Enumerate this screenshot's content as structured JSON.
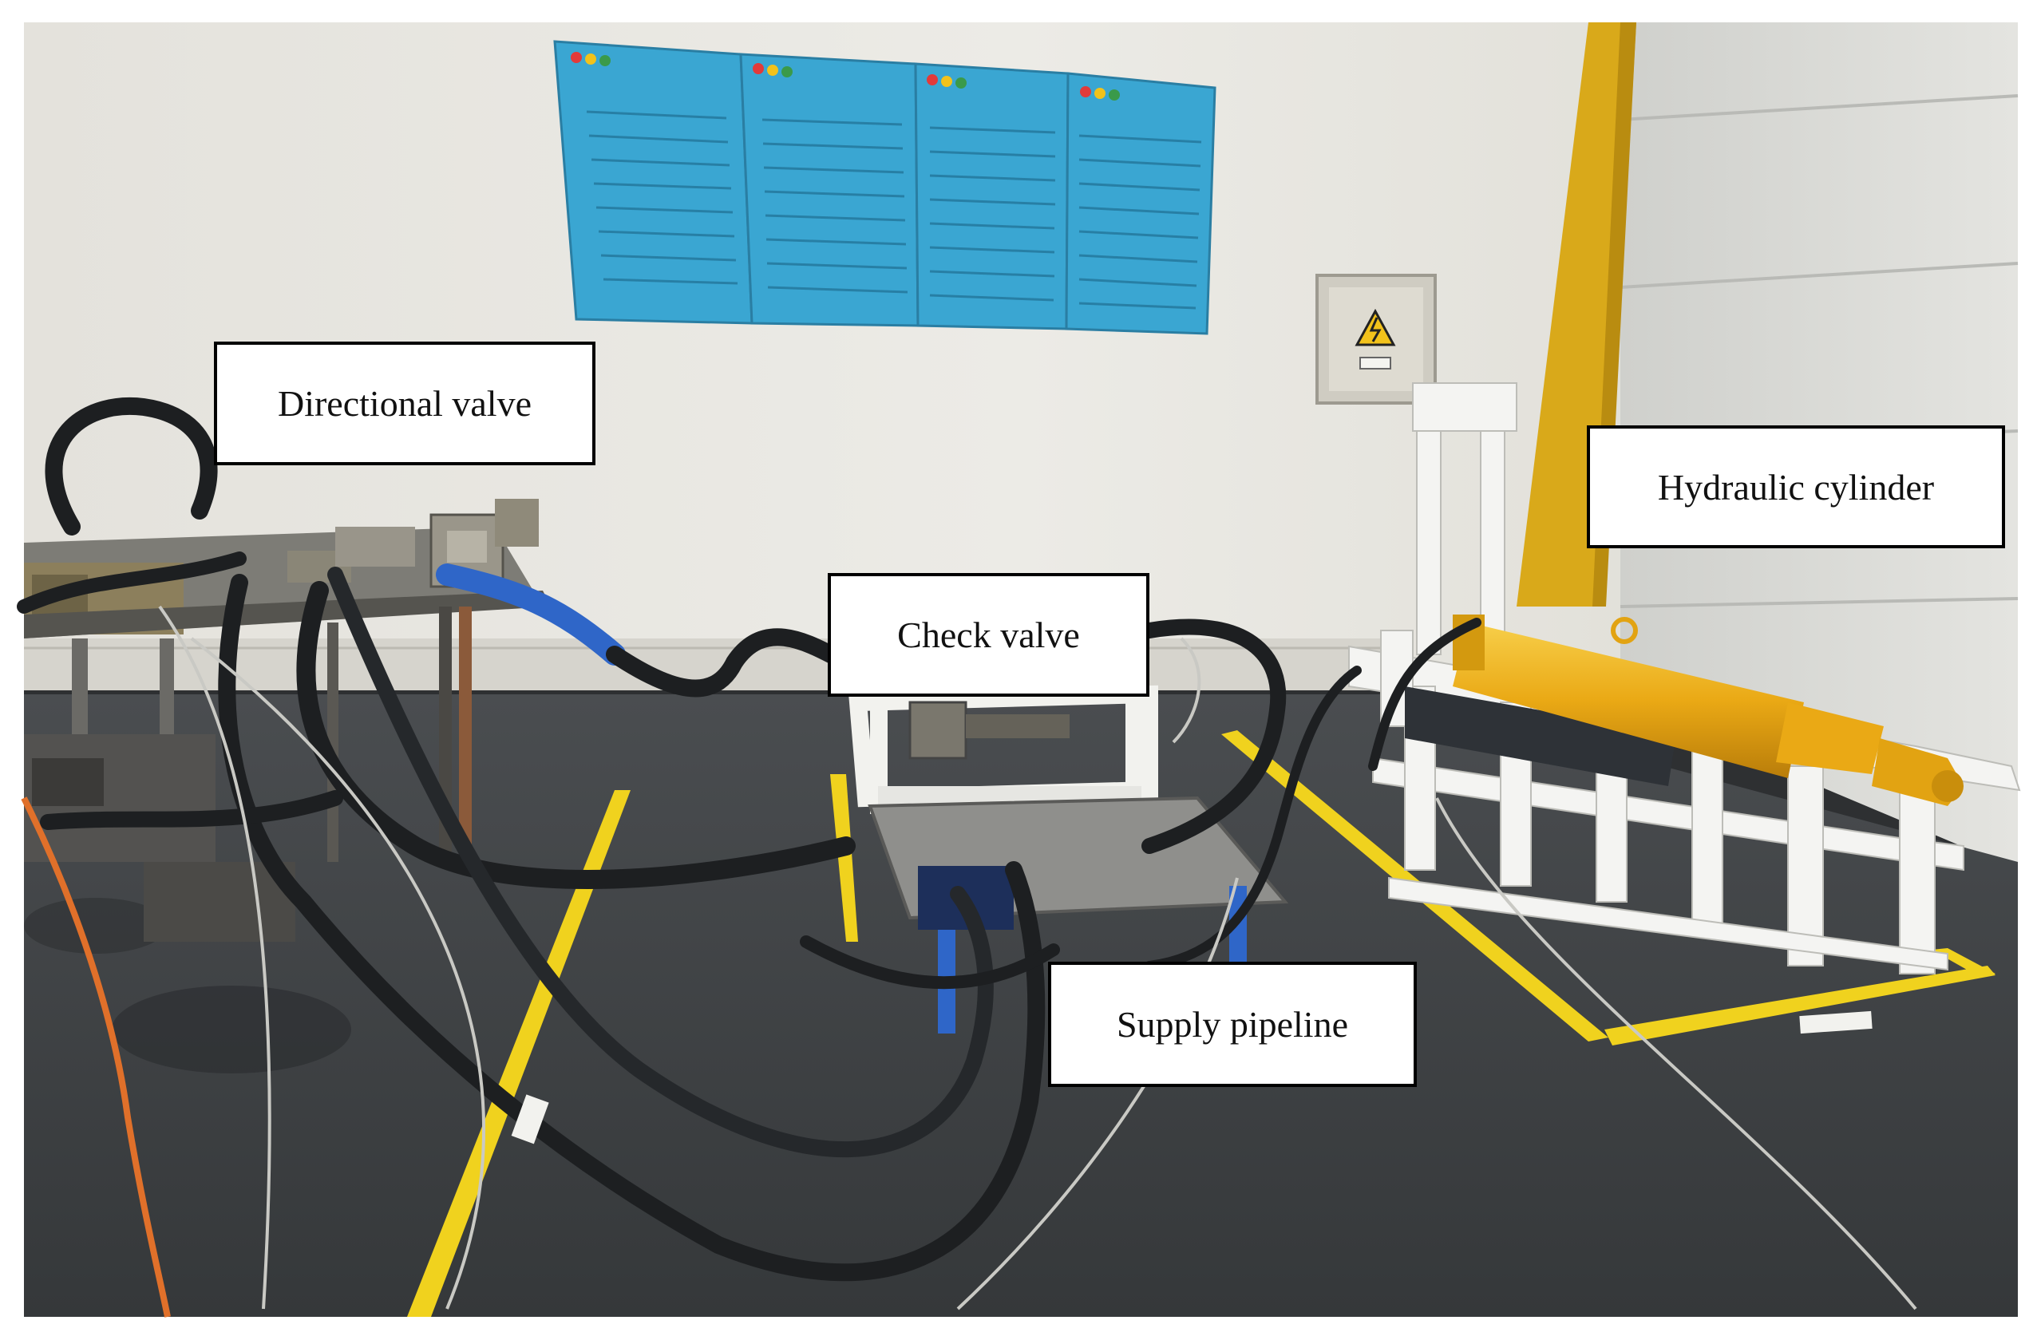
{
  "figure": {
    "labels": {
      "directional_valve": "Directional valve",
      "check_valve": "Check valve",
      "hydraulic_cylinder": "Hydraulic cylinder",
      "supply_pipeline": "Supply pipeline"
    }
  },
  "colors": {
    "wall": "#e8e6df",
    "floor": "#3f4244",
    "floor_line": "#f0d21e",
    "notice_board": "#3aa6d2",
    "cylinder": "#f0b51c",
    "frame": "#f4f4f2",
    "hose": "#1d1f21",
    "blue_hose": "#2f66c8",
    "orange_cable": "#e0702a"
  },
  "icons": [
    "warning-triangle-icon"
  ]
}
